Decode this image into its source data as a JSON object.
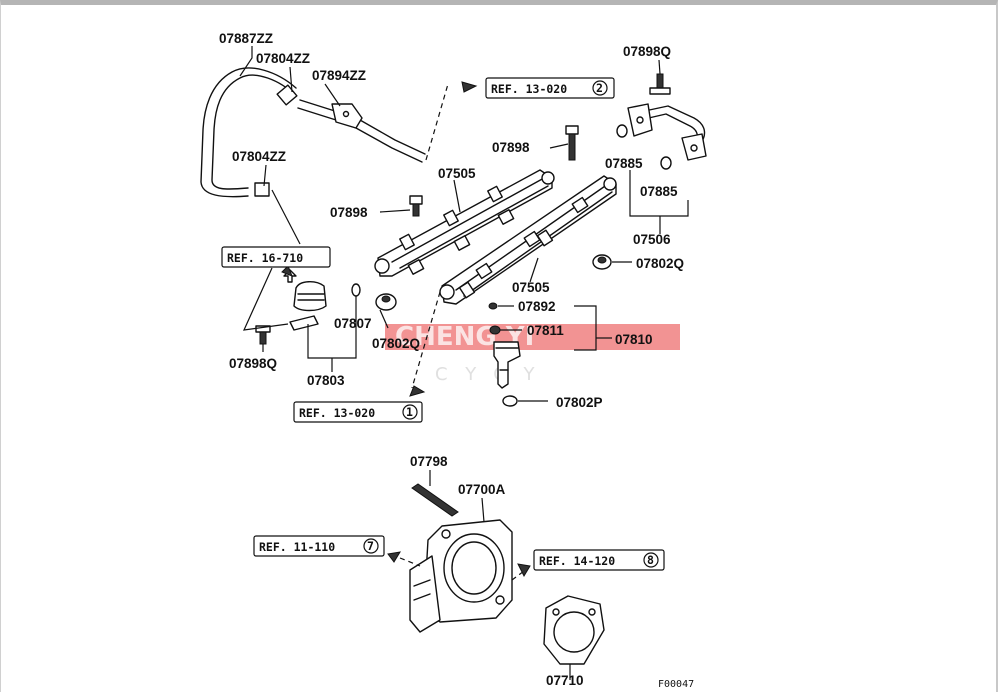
{
  "watermark": {
    "text": "CHENG YI",
    "sub": "CYCY",
    "color": "#f08080"
  },
  "figure_code": "F00047",
  "parts": [
    {
      "id": "lbl-07887ZZ",
      "text": "07887ZZ"
    },
    {
      "id": "lbl-07804ZZ-a",
      "text": "07804ZZ"
    },
    {
      "id": "lbl-07894ZZ",
      "text": "07894ZZ"
    },
    {
      "id": "lbl-07804ZZ-b",
      "text": "07804ZZ"
    },
    {
      "id": "lbl-07898Q-a",
      "text": "07898Q"
    },
    {
      "id": "lbl-07898-a",
      "text": "07898"
    },
    {
      "id": "lbl-07885-a",
      "text": "07885"
    },
    {
      "id": "lbl-07885-b",
      "text": "07885"
    },
    {
      "id": "lbl-07505-a",
      "text": "07505"
    },
    {
      "id": "lbl-07898-b",
      "text": "07898"
    },
    {
      "id": "lbl-07506",
      "text": "07506"
    },
    {
      "id": "lbl-07802Q-a",
      "text": "07802Q"
    },
    {
      "id": "lbl-07505-b",
      "text": "07505"
    },
    {
      "id": "lbl-07892",
      "text": "07892"
    },
    {
      "id": "lbl-07811",
      "text": "07811"
    },
    {
      "id": "lbl-07810",
      "text": "07810"
    },
    {
      "id": "lbl-07807",
      "text": "07807"
    },
    {
      "id": "lbl-07802Q-b",
      "text": "07802Q"
    },
    {
      "id": "lbl-07898Q-b",
      "text": "07898Q"
    },
    {
      "id": "lbl-07803",
      "text": "07803"
    },
    {
      "id": "lbl-07802P",
      "text": "07802P"
    },
    {
      "id": "lbl-07798",
      "text": "07798"
    },
    {
      "id": "lbl-07700A",
      "text": "07700A"
    },
    {
      "id": "lbl-07710",
      "text": "07710"
    }
  ],
  "refs": [
    {
      "id": "ref-13-020-2",
      "text": "REF. 13-020",
      "num": "2"
    },
    {
      "id": "ref-16-710",
      "text": "REF. 16-710",
      "num": ""
    },
    {
      "id": "ref-13-020-1",
      "text": "REF. 13-020",
      "num": "1"
    },
    {
      "id": "ref-11-110-7",
      "text": "REF. 11-110",
      "num": "7"
    },
    {
      "id": "ref-14-120-8",
      "text": "REF. 14-120",
      "num": "8"
    }
  ]
}
